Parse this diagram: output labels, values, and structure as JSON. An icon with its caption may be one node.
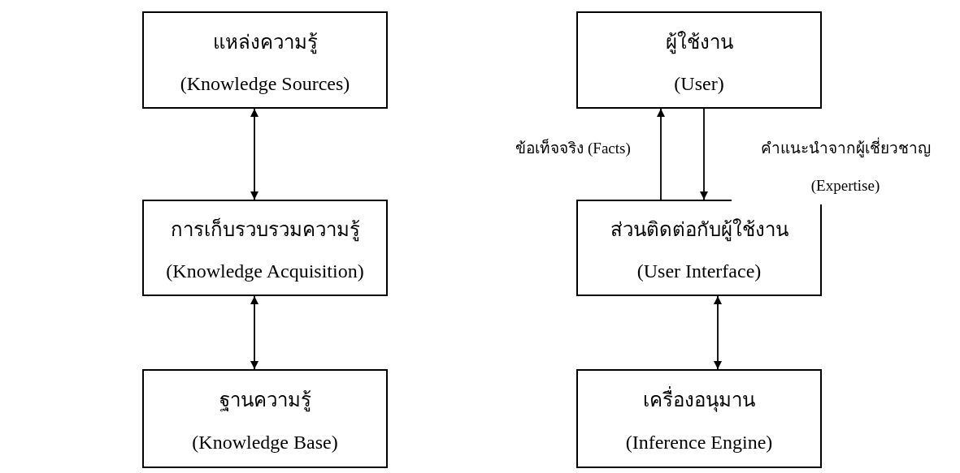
{
  "diagram": {
    "nodes": [
      {
        "text": [
          "แหล่งความรู้",
          "(Knowledge Sources)"
        ]
      },
      {
        "text": [
          "การเก็บรวบรวมความรู้",
          "(Knowledge Acquisition)"
        ]
      },
      {
        "text": [
          "ฐานความรู้",
          "(Knowledge Base)"
        ]
      },
      {
        "text": [
          "ผู้ใช้งาน",
          "(User)"
        ]
      },
      {
        "text": [
          "ส่วนติดต่อกับผู้ใช้งาน",
          "(User Interface)"
        ]
      },
      {
        "text": [
          "เครื่องอนุมาน",
          "(Inference Engine)"
        ]
      }
    ],
    "edges": [
      {
        "from": 0,
        "to": 1,
        "arrow": "both"
      },
      {
        "from": 1,
        "to": 2,
        "arrow": "both"
      },
      {
        "from": 4,
        "to": 3,
        "arrow": "to",
        "label": "ข้อเท็จจริง (Facts)"
      },
      {
        "from": 3,
        "to": 4,
        "arrow": "to",
        "label": "คำแนะนำจากผู้เชี่ยวชาญ (Expertise)"
      },
      {
        "from": 4,
        "to": 5,
        "arrow": "both"
      }
    ]
  }
}
